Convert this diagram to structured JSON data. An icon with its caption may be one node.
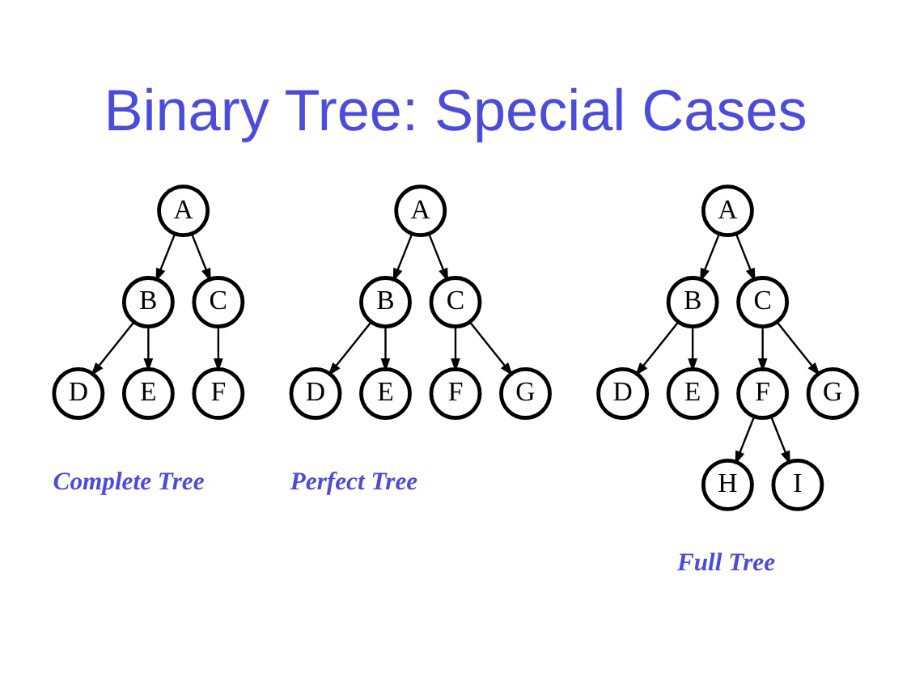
{
  "diagram": {
    "title": "Binary Tree: Special Cases",
    "nodes": [
      {
        "text": [
          "A"
        ]
      },
      {
        "text": [
          "B"
        ]
      },
      {
        "text": [
          "C"
        ]
      },
      {
        "text": [
          "D"
        ]
      },
      {
        "text": [
          "E"
        ]
      },
      {
        "text": [
          "F"
        ]
      },
      {
        "text": [
          "A"
        ]
      },
      {
        "text": [
          "B"
        ]
      },
      {
        "text": [
          "C"
        ]
      },
      {
        "text": [
          "D"
        ]
      },
      {
        "text": [
          "E"
        ]
      },
      {
        "text": [
          "F"
        ]
      },
      {
        "text": [
          "G"
        ]
      },
      {
        "text": [
          "A"
        ]
      },
      {
        "text": [
          "B"
        ]
      },
      {
        "text": [
          "C"
        ]
      },
      {
        "text": [
          "D"
        ]
      },
      {
        "text": [
          "E"
        ]
      },
      {
        "text": [
          "F"
        ]
      },
      {
        "text": [
          "G"
        ]
      },
      {
        "text": [
          "H"
        ]
      },
      {
        "text": [
          "I"
        ]
      }
    ],
    "edges": [
      {
        "from": 0,
        "to": 1,
        "arrow": "to"
      },
      {
        "from": 0,
        "to": 2,
        "arrow": "to"
      },
      {
        "from": 1,
        "to": 3,
        "arrow": "to"
      },
      {
        "from": 1,
        "to": 4,
        "arrow": "to"
      },
      {
        "from": 2,
        "to": 5,
        "arrow": "to"
      },
      {
        "from": 6,
        "to": 7,
        "arrow": "to"
      },
      {
        "from": 6,
        "to": 8,
        "arrow": "to"
      },
      {
        "from": 7,
        "to": 9,
        "arrow": "to"
      },
      {
        "from": 7,
        "to": 10,
        "arrow": "to"
      },
      {
        "from": 8,
        "to": 11,
        "arrow": "to"
      },
      {
        "from": 8,
        "to": 12,
        "arrow": "to"
      },
      {
        "from": 13,
        "to": 14,
        "arrow": "to"
      },
      {
        "from": 13,
        "to": 15,
        "arrow": "to"
      },
      {
        "from": 14,
        "to": 16,
        "arrow": "to"
      },
      {
        "from": 14,
        "to": 17,
        "arrow": "to"
      },
      {
        "from": 15,
        "to": 18,
        "arrow": "to"
      },
      {
        "from": 15,
        "to": 19,
        "arrow": "to"
      },
      {
        "from": 18,
        "to": 20,
        "arrow": "to"
      },
      {
        "from": 18,
        "to": 21,
        "arrow": "to"
      }
    ],
    "labels": [
      "Complete Tree",
      "Perfect Tree",
      "Full Tree"
    ]
  }
}
